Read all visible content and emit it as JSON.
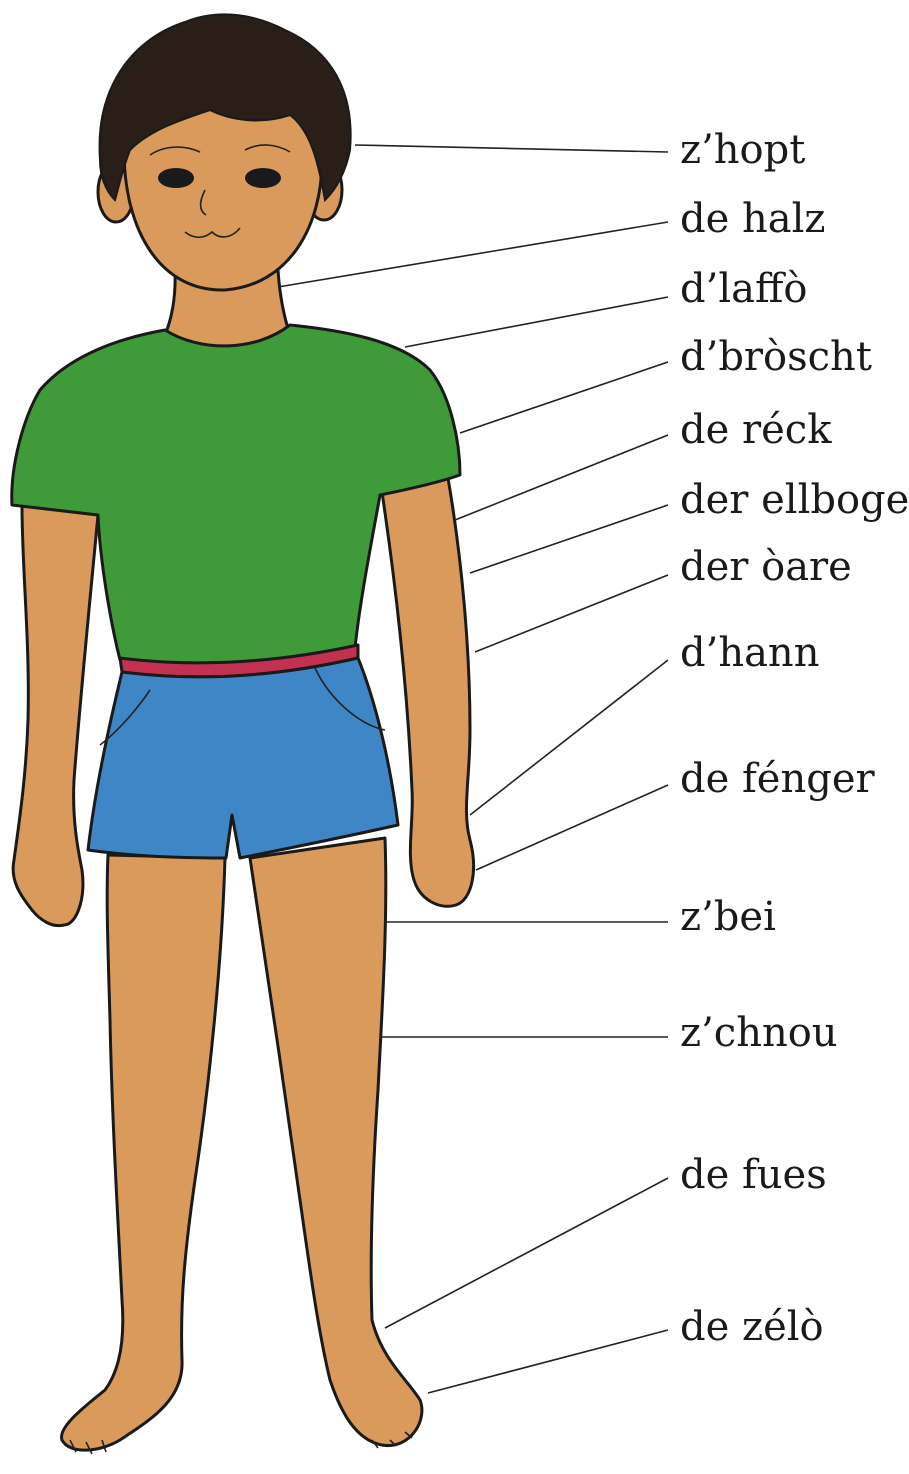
{
  "colors": {
    "skin": "#d99a5c",
    "shirt": "#3f9a3a",
    "shorts": "#3f86c6",
    "belt": "#c23150",
    "hair": "#2a1e18",
    "ink": "#1a1a1a"
  },
  "labels": [
    {
      "id": "head",
      "text": "z’hopt"
    },
    {
      "id": "neck",
      "text": "de halz"
    },
    {
      "id": "shoulder",
      "text": "d’laffò"
    },
    {
      "id": "chest",
      "text": "d’bròscht"
    },
    {
      "id": "back",
      "text": "de réck"
    },
    {
      "id": "elbow",
      "text": "der ellboge"
    },
    {
      "id": "arm",
      "text": "der òare"
    },
    {
      "id": "hand",
      "text": "d’hann"
    },
    {
      "id": "finger",
      "text": "de fénger"
    },
    {
      "id": "leg",
      "text": "z’bei"
    },
    {
      "id": "knee",
      "text": "z’chnou"
    },
    {
      "id": "foot",
      "text": "de fues"
    },
    {
      "id": "toe",
      "text": "de zélò"
    }
  ]
}
